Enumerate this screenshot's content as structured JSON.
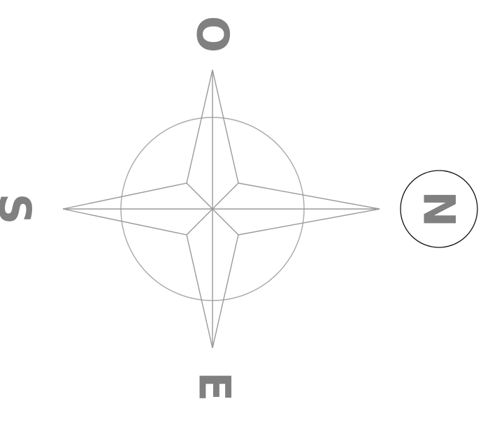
{
  "compass": {
    "labels": {
      "north": "N",
      "south": "S",
      "east": "E",
      "west": "O"
    },
    "highlighted_direction": "north",
    "colors": {
      "label": "#808080",
      "star": "#9a9a9a",
      "ring": "#a8a8a8",
      "highlight_circle": "#111111"
    }
  }
}
